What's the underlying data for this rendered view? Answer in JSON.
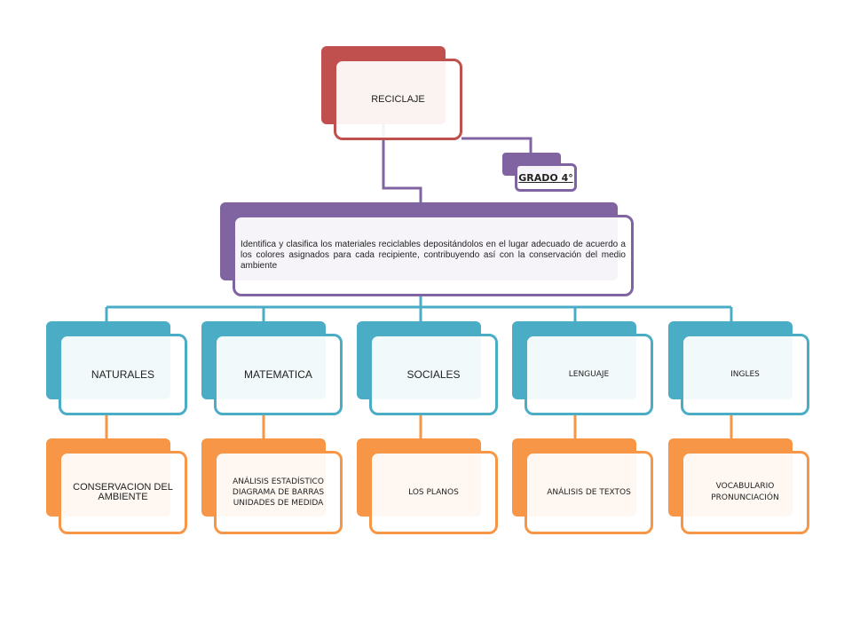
{
  "colors": {
    "red": "#c0504d",
    "purple": "#8064a2",
    "blue": "#4bacc6",
    "orange": "#f79646"
  },
  "root": {
    "label": "RECICLAJE"
  },
  "grade": {
    "label": "GRADO 4°"
  },
  "objective": {
    "text": "Identifica y clasifica los materiales reciclables depositándolos en el lugar adecuado de acuerdo a los colores asignados para cada recipiente, contribuyendo así con la conservación del medio ambiente"
  },
  "subjects": [
    {
      "label": "NATURALES",
      "topic": "CONSERVACION  DEL AMBIENTE"
    },
    {
      "label": "MATEMATICA",
      "topic": "ANÁLISIS ESTADÍSTICO\nDIAGRAMA DE BARRAS\nUNIDADES DE MEDIDA"
    },
    {
      "label": "SOCIALES",
      "topic": "LOS PLANOS"
    },
    {
      "label": "LENGUAJE",
      "topic": "ANÁLISIS DE TEXTOS"
    },
    {
      "label": "INGLES",
      "topic": "VOCABULARIO\nPRONUNCIACIÓN"
    }
  ]
}
